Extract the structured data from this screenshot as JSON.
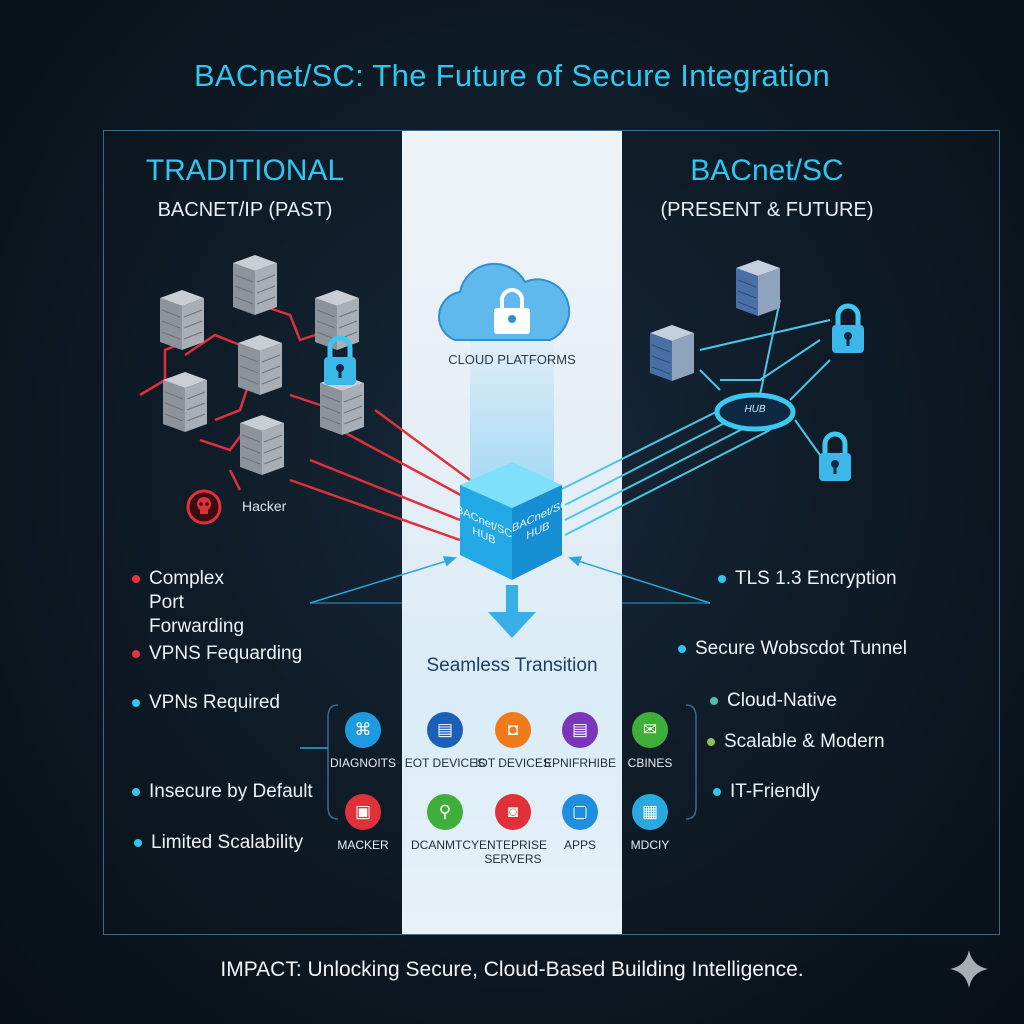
{
  "title": "BACnet/SC: The Future of Secure Integration",
  "left": {
    "heading": "TRADITIONAL",
    "subheading": "BACNET/IP (PAST)",
    "hacker_label": "Hacker",
    "bullets": [
      {
        "text": "Complex Port Forwarding",
        "color": "#e8323c"
      },
      {
        "text": "VPNS Fequarding",
        "color": "#e8323c"
      },
      {
        "text": "VPNs Required",
        "color": "#2fc6ef"
      },
      {
        "text": "Insecure by Default",
        "color": "#2fc6ef"
      },
      {
        "text": "Limited Scalability",
        "color": "#2fc6ef"
      }
    ]
  },
  "center": {
    "cloud_label": "CLOUD PLATFORMS",
    "hub_face_left": "BACnet/SC HUB",
    "hub_face_right": "BACnet/SC HUB",
    "transition_label": "Seamless Transition",
    "icons": [
      {
        "label": "DIAGNOITS",
        "icon": "network-icon",
        "color": "#1e9be0"
      },
      {
        "label": "EOT DEVICES",
        "icon": "monitor-icon",
        "color": "#1c5fb8"
      },
      {
        "label": "IOT DEVICES",
        "icon": "camera-icon",
        "color": "#f07a1a"
      },
      {
        "label": "EPNIFRHIBE",
        "icon": "display-icon",
        "color": "#7a35b8"
      },
      {
        "label": "CBINES",
        "icon": "mail-icon",
        "color": "#3fae3a"
      },
      {
        "label": "MACKER",
        "icon": "computer-icon",
        "color": "#e0303a"
      },
      {
        "label": "DCANMTCY",
        "icon": "search-icon",
        "color": "#3fae3a"
      },
      {
        "label": "ENTEPRISE SERVERS",
        "icon": "server-icon",
        "color": "#e0303a"
      },
      {
        "label": "APPS",
        "icon": "tablet-icon",
        "color": "#1e8fe0"
      },
      {
        "label": "MDCIY",
        "icon": "dashboard-icon",
        "color": "#2aa8e0"
      }
    ]
  },
  "right": {
    "heading": "BACnet/SC",
    "subheading": "(PRESENT & FUTURE)",
    "hub_label": "HUB",
    "bullets": [
      {
        "text": "TLS 1.3 Encryption",
        "color": "#2fc6ef"
      },
      {
        "text": "Secure Wobscdot Tunnel",
        "color": "#2fc6ef"
      },
      {
        "text": "Cloud-Native",
        "color": "#4fc0b0"
      },
      {
        "text": "Scalable & Modern",
        "color": "#8cbf5a"
      },
      {
        "text": "IT-Friendly",
        "color": "#2fc6ef"
      }
    ]
  },
  "impact": "IMPACT: Unlocking Secure, Cloud-Based Building Intelligence."
}
